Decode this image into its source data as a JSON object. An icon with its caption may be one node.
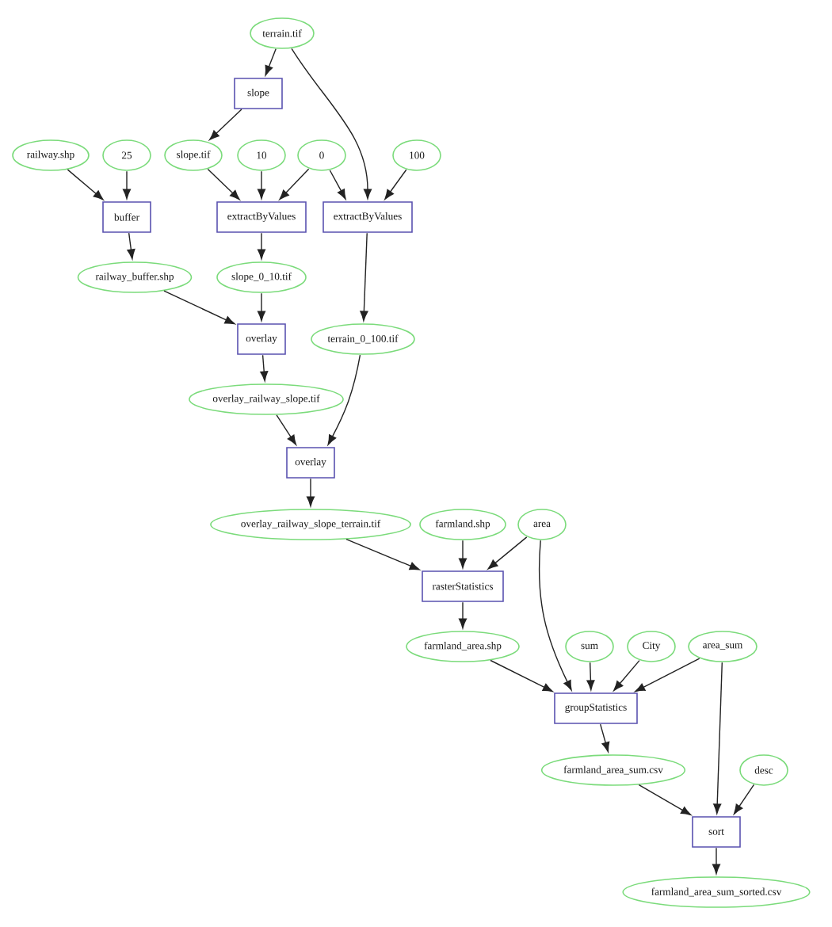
{
  "diagram": {
    "nodes": [
      {
        "text": [
          "terrain.tif"
        ]
      },
      {
        "text": [
          "slope"
        ]
      },
      {
        "text": [
          "railway.shp"
        ]
      },
      {
        "text": [
          "25"
        ]
      },
      {
        "text": [
          "slope.tif"
        ]
      },
      {
        "text": [
          "10"
        ]
      },
      {
        "text": [
          "0"
        ]
      },
      {
        "text": [
          "100"
        ]
      },
      {
        "text": [
          "buffer"
        ]
      },
      {
        "text": [
          "extractByValues"
        ]
      },
      {
        "text": [
          "extractByValues"
        ]
      },
      {
        "text": [
          "railway_buffer.shp"
        ]
      },
      {
        "text": [
          "slope_0_10.tif"
        ]
      },
      {
        "text": [
          "overlay"
        ]
      },
      {
        "text": [
          "terrain_0_100.tif"
        ]
      },
      {
        "text": [
          "overlay_railway_slope.tif"
        ]
      },
      {
        "text": [
          "overlay"
        ]
      },
      {
        "text": [
          "overlay_railway_slope_terrain.tif"
        ]
      },
      {
        "text": [
          "farmland.shp"
        ]
      },
      {
        "text": [
          "area"
        ]
      },
      {
        "text": [
          "rasterStatistics"
        ]
      },
      {
        "text": [
          "farmland_area.shp"
        ]
      },
      {
        "text": [
          "sum"
        ]
      },
      {
        "text": [
          "City"
        ]
      },
      {
        "text": [
          "area_sum"
        ]
      },
      {
        "text": [
          "groupStatistics"
        ]
      },
      {
        "text": [
          "farmland_area_sum.csv"
        ]
      },
      {
        "text": [
          "desc"
        ]
      },
      {
        "text": [
          "sort"
        ]
      },
      {
        "text": [
          "farmland_area_sum_sorted.csv"
        ]
      }
    ],
    "edges": [
      {
        "from": 0,
        "to": 1,
        "arrow": "to"
      },
      {
        "from": 0,
        "to": 10,
        "arrow": "to"
      },
      {
        "from": 1,
        "to": 4,
        "arrow": "to"
      },
      {
        "from": 2,
        "to": 8,
        "arrow": "to"
      },
      {
        "from": 3,
        "to": 8,
        "arrow": "to"
      },
      {
        "from": 4,
        "to": 9,
        "arrow": "to"
      },
      {
        "from": 5,
        "to": 9,
        "arrow": "to"
      },
      {
        "from": 6,
        "to": 9,
        "arrow": "to"
      },
      {
        "from": 6,
        "to": 10,
        "arrow": "to"
      },
      {
        "from": 7,
        "to": 10,
        "arrow": "to"
      },
      {
        "from": 8,
        "to": 11,
        "arrow": "to"
      },
      {
        "from": 9,
        "to": 12,
        "arrow": "to"
      },
      {
        "from": 10,
        "to": 14,
        "arrow": "to"
      },
      {
        "from": 11,
        "to": 13,
        "arrow": "to"
      },
      {
        "from": 12,
        "to": 13,
        "arrow": "to"
      },
      {
        "from": 13,
        "to": 15,
        "arrow": "to"
      },
      {
        "from": 14,
        "to": 16,
        "arrow": "to"
      },
      {
        "from": 15,
        "to": 16,
        "arrow": "to"
      },
      {
        "from": 16,
        "to": 17,
        "arrow": "to"
      },
      {
        "from": 17,
        "to": 20,
        "arrow": "to"
      },
      {
        "from": 18,
        "to": 20,
        "arrow": "to"
      },
      {
        "from": 19,
        "to": 20,
        "arrow": "to"
      },
      {
        "from": 19,
        "to": 25,
        "arrow": "to"
      },
      {
        "from": 20,
        "to": 21,
        "arrow": "to"
      },
      {
        "from": 21,
        "to": 25,
        "arrow": "to"
      },
      {
        "from": 22,
        "to": 25,
        "arrow": "to"
      },
      {
        "from": 23,
        "to": 25,
        "arrow": "to"
      },
      {
        "from": 24,
        "to": 25,
        "arrow": "to"
      },
      {
        "from": 24,
        "to": 28,
        "arrow": "to"
      },
      {
        "from": 25,
        "to": 26,
        "arrow": "to"
      },
      {
        "from": 26,
        "to": 28,
        "arrow": "to"
      },
      {
        "from": 27,
        "to": 28,
        "arrow": "to"
      },
      {
        "from": 28,
        "to": 29,
        "arrow": "to"
      }
    ]
  }
}
